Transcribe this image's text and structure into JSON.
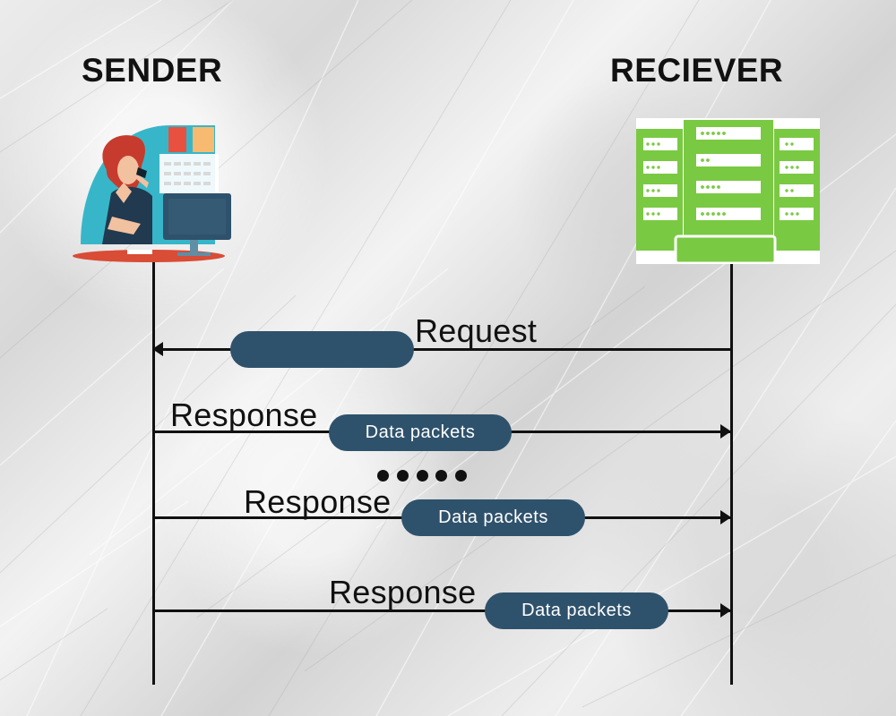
{
  "diagram": {
    "sender_title": "SENDER",
    "receiver_title": "RECIEVER",
    "request_label": "Request",
    "response_label": "Response",
    "data_packets_label": "Data packets",
    "colors": {
      "pill": "#2f526c",
      "line": "#111111",
      "server_green": "#7ac943",
      "server_light": "#ffffff",
      "person_blue": "#38b6c9",
      "person_hair": "#c63b2d",
      "person_skin": "#f2c1a0",
      "monitor": "#2f526c"
    },
    "icons": {
      "sender": "person-at-computer-icon",
      "receiver": "server-rack-icon"
    }
  }
}
